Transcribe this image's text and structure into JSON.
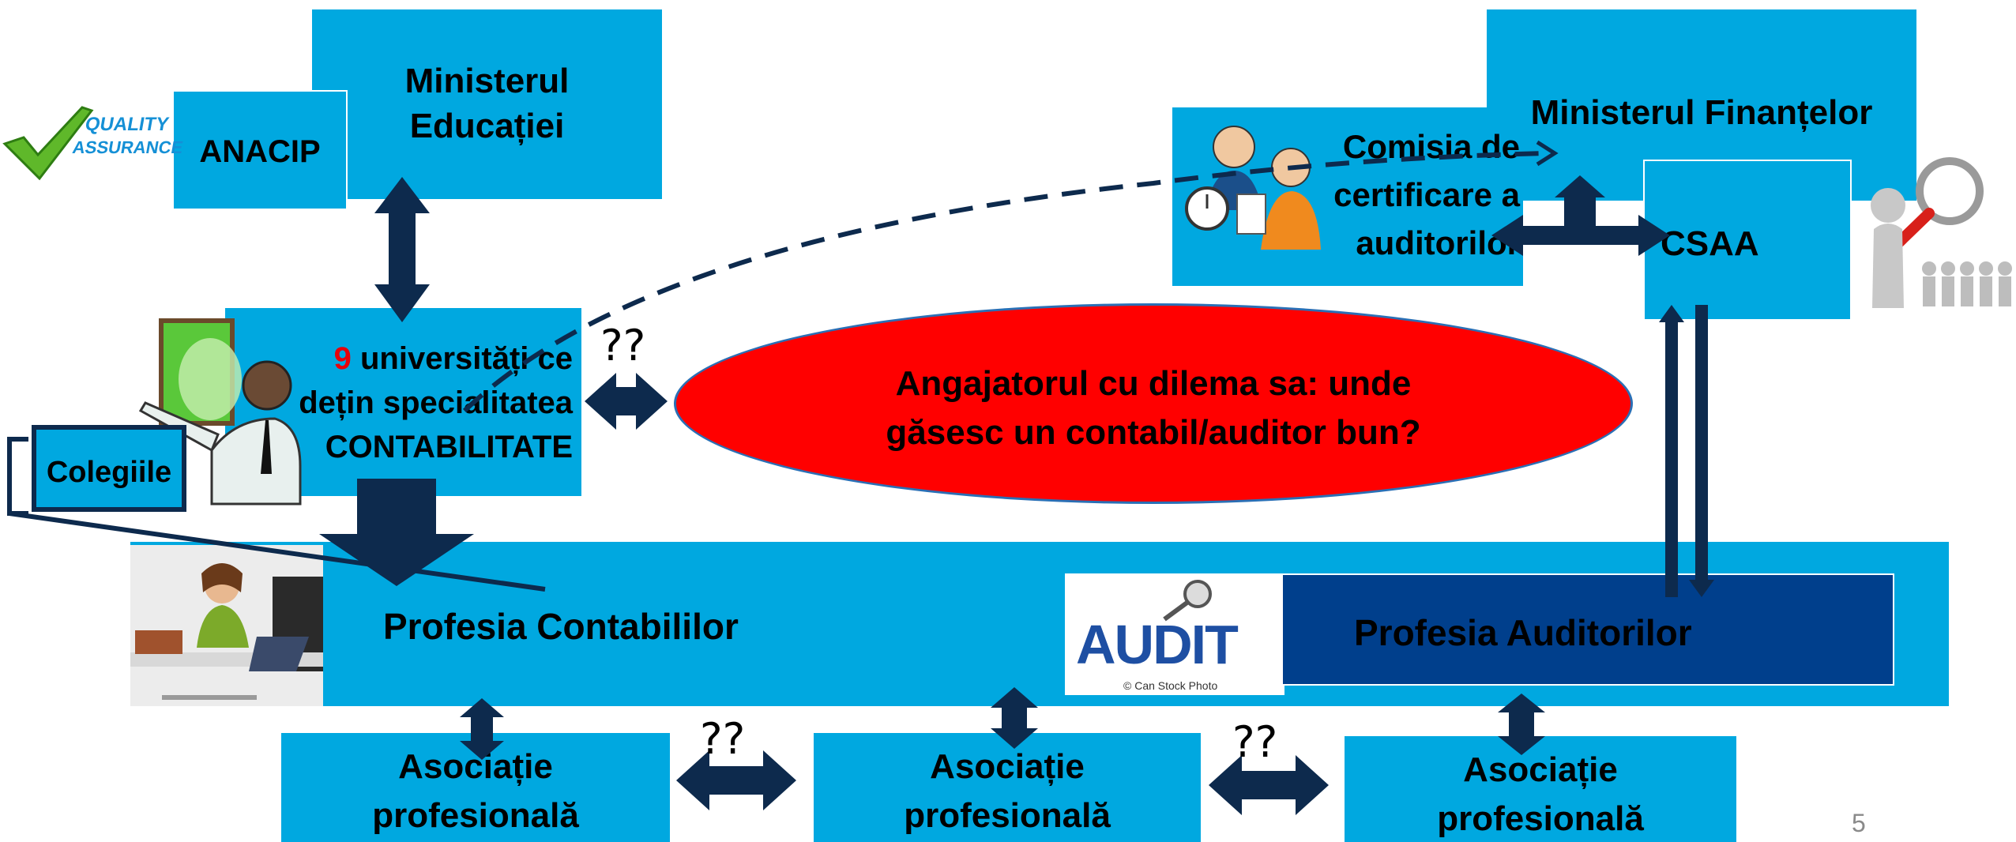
{
  "top_left": {
    "ministry_education": [
      "Ministerul",
      "Educației"
    ],
    "anacip": "ANACIP",
    "quality_logo": [
      "QUALITY",
      "ASSURANCE"
    ]
  },
  "top_right": {
    "ministry_finance": "Ministerul Finanțelor",
    "certification_commission": [
      "Comisia de",
      "certificare a",
      "auditorilor"
    ],
    "csaa": "CSAA"
  },
  "universities": {
    "count": "9",
    "line1_rest": " universități ce",
    "line2": "dețin specialitatea",
    "line3": "CONTABILITATE"
  },
  "colleges": "Colegiile",
  "question_marks": "??",
  "dilemma": [
    "Angajatorul cu dilema sa: unde",
    "găsesc un contabil/auditor bun?"
  ],
  "profession_accountants": "Profesia Contabililor",
  "profession_auditors": "Profesia Auditorilor",
  "audit_logo": {
    "word": "AUDIT",
    "credit": "© Can Stock Photo"
  },
  "associations": [
    [
      "Asociație",
      "profesională"
    ],
    [
      "Asociație",
      "profesională"
    ],
    [
      "Asociație",
      "profesională"
    ]
  ],
  "page_number": "5",
  "colors": {
    "box_blue": "#00a8e0",
    "dark_navy": "#0d2a4d",
    "auditor_box": "#003f8c",
    "dilemma_red": "#ff0000",
    "number_red": "#e8000a"
  }
}
